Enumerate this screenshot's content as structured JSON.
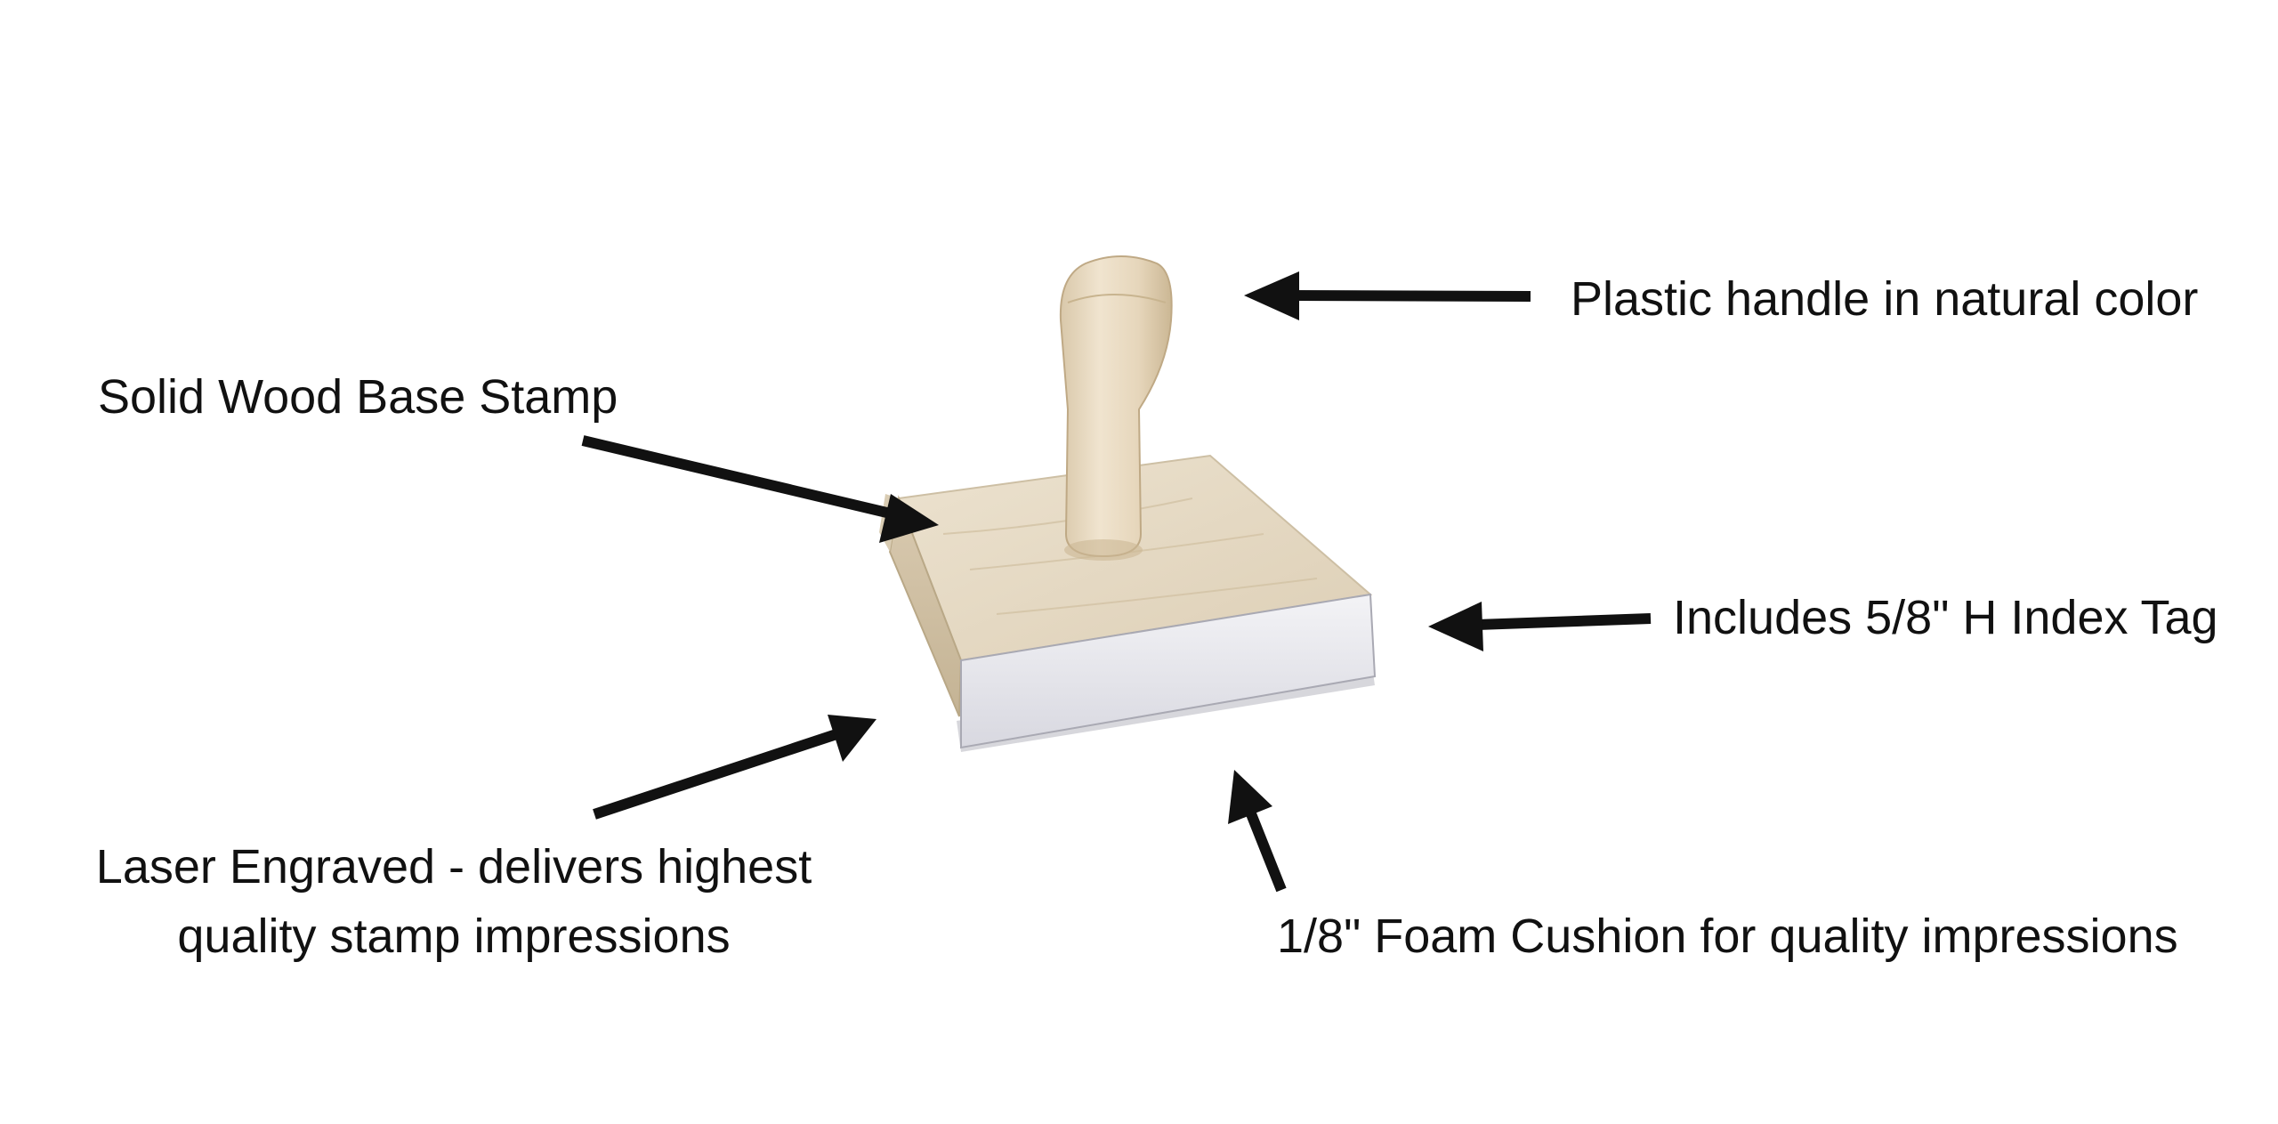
{
  "callouts": {
    "handle": "Plastic handle in natural color",
    "wood_base": "Solid Wood Base Stamp",
    "index_tag": "Includes 5/8\" H Index Tag",
    "laser_line1": "Laser Engraved - delivers highest",
    "laser_line2": "quality stamp impressions",
    "foam": "1/8\" Foam Cushion for quality impressions"
  },
  "colors": {
    "background": "#ffffff",
    "text": "#111111",
    "arrow": "#111111",
    "handle": "#e6d8c0",
    "wood": "#e8dcc6",
    "index_tag": "#e9e9ef"
  }
}
